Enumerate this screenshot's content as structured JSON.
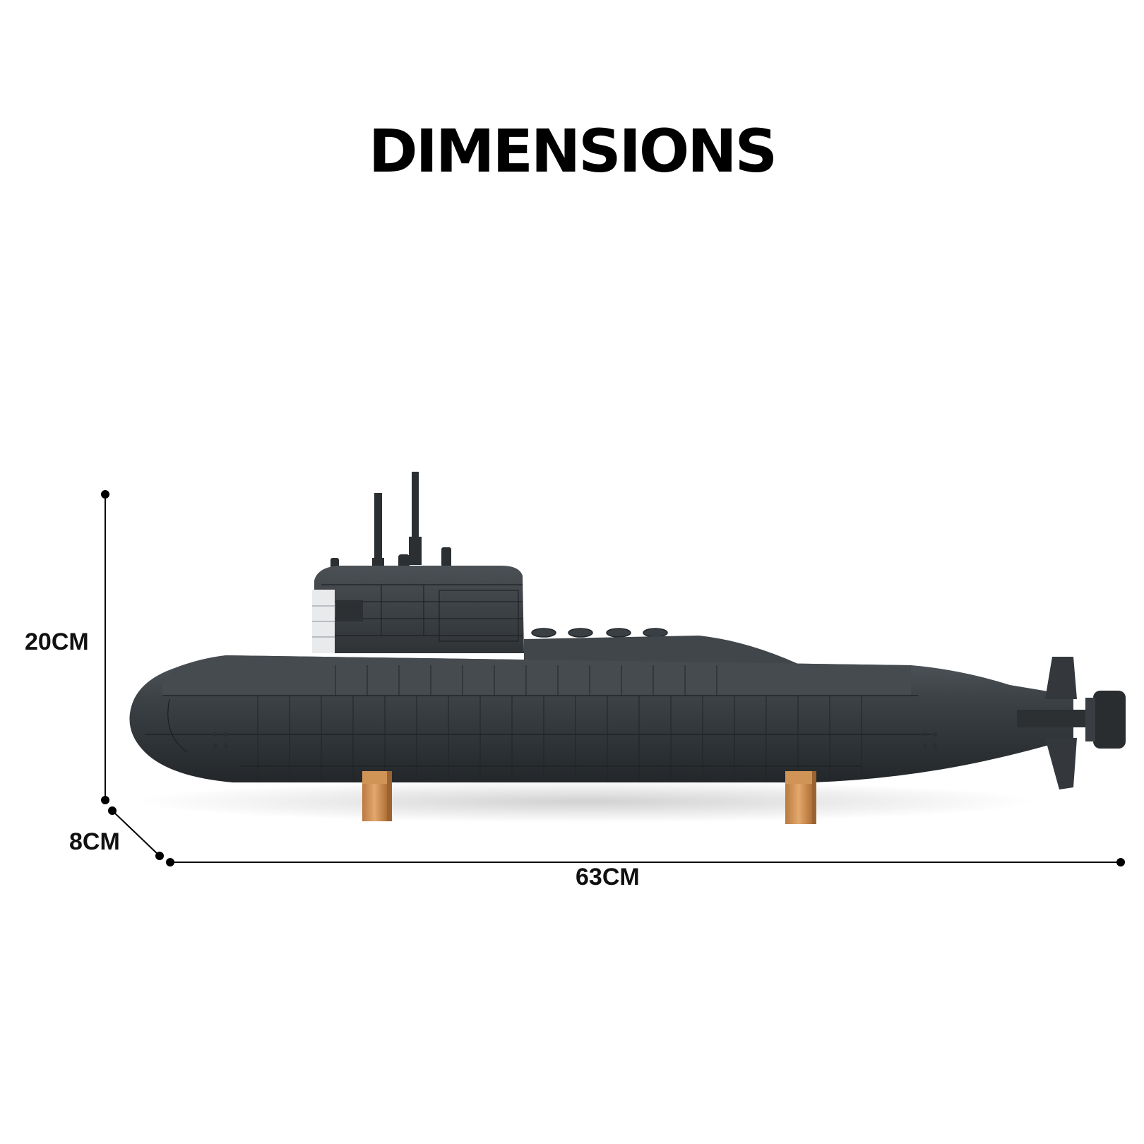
{
  "title": "DIMENSIONS",
  "dimensions": {
    "height": "20CM",
    "depth": "8CM",
    "length": "63CM"
  },
  "product": {
    "subject": "brick-built-submarine-model",
    "hull_color": "#3c4044",
    "stand_color": "#c88a4e"
  }
}
